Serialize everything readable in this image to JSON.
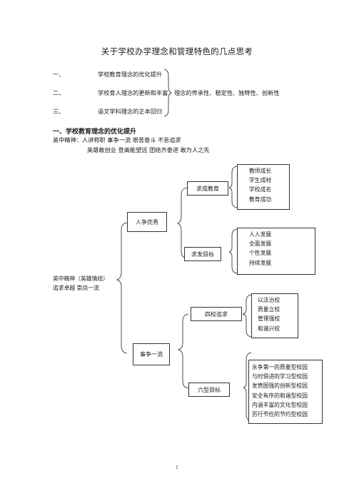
{
  "title": "关于学校办学理念和管理特色的几点思考",
  "outline": {
    "items": [
      {
        "num": "一、",
        "text": "学校教育理念的优化提升"
      },
      {
        "num": "二、",
        "text": "学校育人理念的更新和丰富"
      },
      {
        "num": "三、",
        "text": "语文学科理念的正本回归"
      }
    ],
    "brace_note": "理念的传承性、稳定性、独特性、创新性"
  },
  "section1": {
    "heading": "一、学校教育理念的优化提升",
    "line1": "英中精神：人讲称职 事争一流 艰苦奋斗 不怠追求",
    "line2": "英雄敢创业 登高能望远 团结齐奋进 敢为人之先"
  },
  "diagram": {
    "root": {
      "line1": "英中精神（英雄情结）",
      "line2": "追求卓越 崇尚一流"
    },
    "branch1": {
      "label": "人争优秀",
      "sub1": {
        "label": "求成教育",
        "items": [
          "教师成长",
          "学生成材",
          "学校成名",
          "教育成功"
        ]
      },
      "sub2": {
        "label": "求发目标",
        "items": [
          "人人发展",
          "全面发展",
          "个性发展",
          "持续发展"
        ]
      }
    },
    "branch2": {
      "label": "事争一流",
      "sub1": {
        "label": "四校追求",
        "items": [
          "以法治校",
          "质量立校",
          "管理强校",
          "和谐兴校"
        ]
      },
      "sub2": {
        "label": "六型目标",
        "items": [
          "永争第一的质量型校园",
          "与时俱进的学习型校园",
          "发愤图强的创新型校园",
          "安全有序的和谐型校园",
          "内涵丰富的文化型校园",
          "厉行节俭的节约型校园"
        ]
      }
    }
  },
  "page_number": "1"
}
